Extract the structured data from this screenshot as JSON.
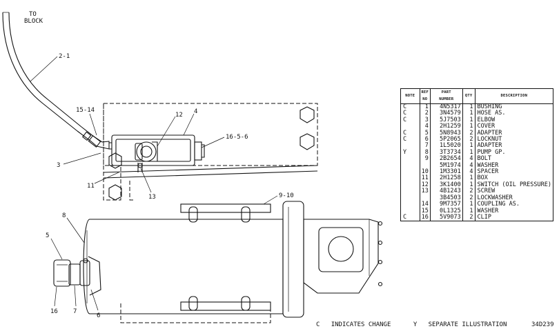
{
  "callouts": {
    "to_block": [
      "TO",
      "BLOCK"
    ],
    "c_2_1": "2-1",
    "c_15_14": "15-14",
    "c_12": "12",
    "c_4": "4",
    "c_16_5_6": "16-5-6",
    "c_3": "3",
    "c_11": "11",
    "c_13": "13",
    "c_9_10": "9-10",
    "c_8": "8",
    "c_5": "5",
    "c_16": "16",
    "c_7": "7",
    "c_6": "6"
  },
  "parts_table": {
    "headers": {
      "note": "NOTE",
      "ref": [
        "REF",
        "NO"
      ],
      "part": [
        "PART",
        "NUMBER"
      ],
      "qty": "QTY",
      "desc": "DESCRIPTION"
    },
    "rows": [
      {
        "note": "C",
        "ref": "1",
        "part": "4N5317",
        "qty": "1",
        "desc": "BUSHING"
      },
      {
        "note": "C",
        "ref": "2",
        "part": "3N4579",
        "qty": "1",
        "desc": "HOSE AS."
      },
      {
        "note": "C",
        "ref": "3",
        "part": "5J7503",
        "qty": "1",
        "desc": "ELBOW"
      },
      {
        "note": "",
        "ref": "4",
        "part": "2H1259",
        "qty": "1",
        "desc": "COVER"
      },
      {
        "note": "C",
        "ref": "5",
        "part": "5N8943",
        "qty": "2",
        "desc": "ADAPTER"
      },
      {
        "note": "C",
        "ref": "6",
        "part": "5P2065",
        "qty": "2",
        "desc": "LOCKNUT"
      },
      {
        "note": "",
        "ref": "7",
        "part": "1L5020",
        "qty": "1",
        "desc": "ADAPTER"
      },
      {
        "note": "Y",
        "ref": "8",
        "part": "3T3734",
        "qty": "1",
        "desc": "PUMP GP."
      },
      {
        "note": "",
        "ref": "9",
        "part": "2B2654",
        "qty": "4",
        "desc": "BOLT"
      },
      {
        "note": "",
        "ref": "",
        "part": "5M1974",
        "qty": "4",
        "desc": "WASHER"
      },
      {
        "note": "",
        "ref": "10",
        "part": "1M3301",
        "qty": "4",
        "desc": "SPACER"
      },
      {
        "note": "",
        "ref": "11",
        "part": "2H1258",
        "qty": "1",
        "desc": "BOX"
      },
      {
        "note": "",
        "ref": "12",
        "part": "3K1400",
        "qty": "1",
        "desc": "SWITCH (OIL PRESSURE)"
      },
      {
        "note": "",
        "ref": "13",
        "part": "4B1243",
        "qty": "2",
        "desc": "SCREW"
      },
      {
        "note": "",
        "ref": "",
        "part": "3B4503",
        "qty": "2",
        "desc": "LOCKWASHER"
      },
      {
        "note": "",
        "ref": "14",
        "part": "9M7357",
        "qty": "1",
        "desc": "COUPLING AS."
      },
      {
        "note": "",
        "ref": "15",
        "part": "0L1325",
        "qty": "1",
        "desc": "WASHER"
      },
      {
        "note": "C",
        "ref": "16",
        "part": "5V9073",
        "qty": "2",
        "desc": "CLIP"
      }
    ]
  },
  "legend": {
    "c_symbol": "C",
    "c_text": "INDICATES CHANGE",
    "y_symbol": "Y",
    "y_text": "SEPARATE ILLUSTRATION"
  },
  "figure_id": "34D239"
}
